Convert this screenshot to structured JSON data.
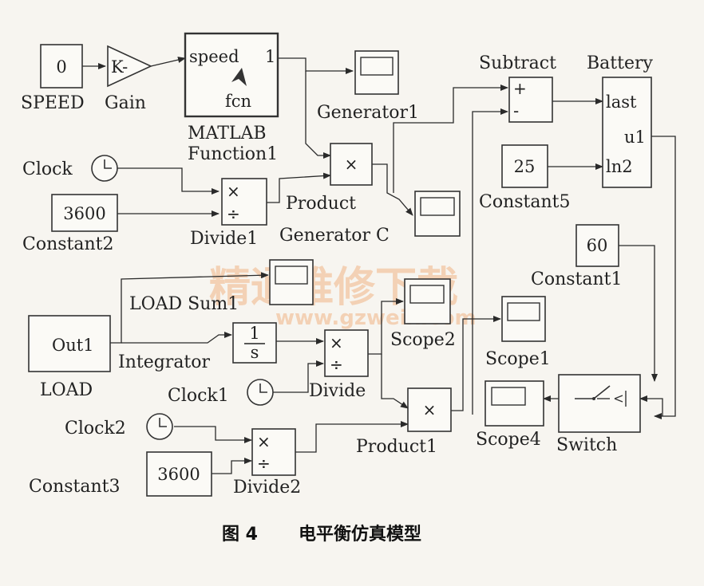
{
  "blocks": {
    "speed_const": "0",
    "speed_name": "SPEED",
    "gain_sym": "K-",
    "gain_name": "Gain",
    "fcn_in": "speed",
    "fcn_body": "fcn",
    "fcn_out": "1",
    "fcn_name_1": "MATLAB",
    "fcn_name_2": "Function1",
    "generator1": "Generator1",
    "clock": "Clock",
    "const2_val": "3600",
    "const2_name": "Constant2",
    "divide1": "Divide1",
    "product": "Product",
    "generator_c": "Generator C",
    "subtract": "Subtract",
    "battery": "Battery",
    "battery_in1": "last",
    "battery_in2": "ln2",
    "battery_out": "u1",
    "const5_val": "25",
    "const5_name": "Constant5",
    "const1_val": "60",
    "const1_name": "Constant1",
    "load_out": "Out1",
    "load_name": "LOAD",
    "load_sum": "LOAD Sum1",
    "integrator": "Integrator",
    "int_num": "1",
    "int_den": "s",
    "divide": "Divide",
    "clock1": "Clock1",
    "scope2": "Scope2",
    "scope1": "Scope1",
    "product1": "Product1",
    "scope4": "Scope4",
    "switch": "Switch",
    "clock2": "Clock2",
    "divide2": "Divide2",
    "const3_val": "3600",
    "const3_name": "Constant3"
  },
  "symbols": {
    "times": "×",
    "divide": "÷",
    "plus": "+",
    "minus": "-"
  },
  "watermark": {
    "cn": "精通维修下载",
    "url": "www.gzweix.com"
  },
  "caption": {
    "fig": "图 4",
    "title": "电平衡仿真模型"
  },
  "colors": {
    "background": "#f7f5f0",
    "line": "#2a2a2a",
    "watermark": "#f2c6a2"
  }
}
